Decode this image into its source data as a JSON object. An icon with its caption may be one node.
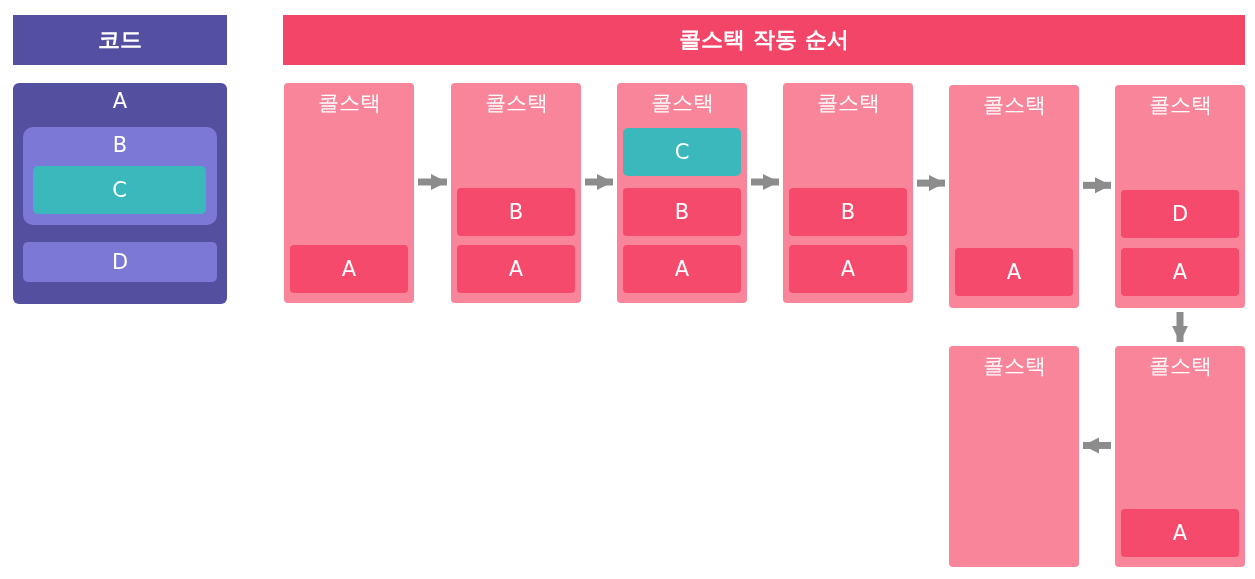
{
  "diagram": {
    "nodes": [
      {
        "text": [
          "코드"
        ]
      },
      {
        "text": [
          "A"
        ]
      },
      {
        "text": [
          "B"
        ],
        "in": 1
      },
      {
        "text": [
          "C"
        ],
        "in": 2
      },
      {
        "text": [
          "D"
        ],
        "in": 1
      },
      {
        "text": [
          "콜스택 작동 순서"
        ]
      },
      {
        "text": [
          "콜스택"
        ]
      },
      {
        "text": [
          "A"
        ],
        "in": 6
      },
      {
        "text": [
          "콜스택"
        ]
      },
      {
        "text": [
          "B"
        ],
        "in": 8
      },
      {
        "text": [
          "A"
        ],
        "in": 8
      },
      {
        "text": [
          "콜스택"
        ]
      },
      {
        "text": [
          "C"
        ],
        "in": 11
      },
      {
        "text": [
          "B"
        ],
        "in": 11
      },
      {
        "text": [
          "A"
        ],
        "in": 11
      },
      {
        "text": [
          "콜스택"
        ]
      },
      {
        "text": [
          "B"
        ],
        "in": 15
      },
      {
        "text": [
          "A"
        ],
        "in": 15
      },
      {
        "text": [
          "콜스택"
        ]
      },
      {
        "text": [
          "A"
        ],
        "in": 18
      },
      {
        "text": [
          "콜스택"
        ]
      },
      {
        "text": [
          "D"
        ],
        "in": 20
      },
      {
        "text": [
          "A"
        ],
        "in": 20
      },
      {
        "text": [
          "콜스택"
        ]
      },
      {
        "text": [
          "콜스택"
        ]
      },
      {
        "text": [
          "A"
        ],
        "in": 24
      }
    ],
    "edges": [
      {
        "from": 6,
        "to": 8,
        "arrow": "to"
      },
      {
        "from": 8,
        "to": 11,
        "arrow": "to"
      },
      {
        "from": 11,
        "to": 15,
        "arrow": "to"
      },
      {
        "from": 15,
        "to": 18,
        "arrow": "to"
      },
      {
        "from": 18,
        "to": 20,
        "arrow": "to"
      },
      {
        "from": 20,
        "to": 24,
        "arrow": "to"
      },
      {
        "from": 24,
        "to": 23,
        "arrow": "to"
      }
    ]
  }
}
